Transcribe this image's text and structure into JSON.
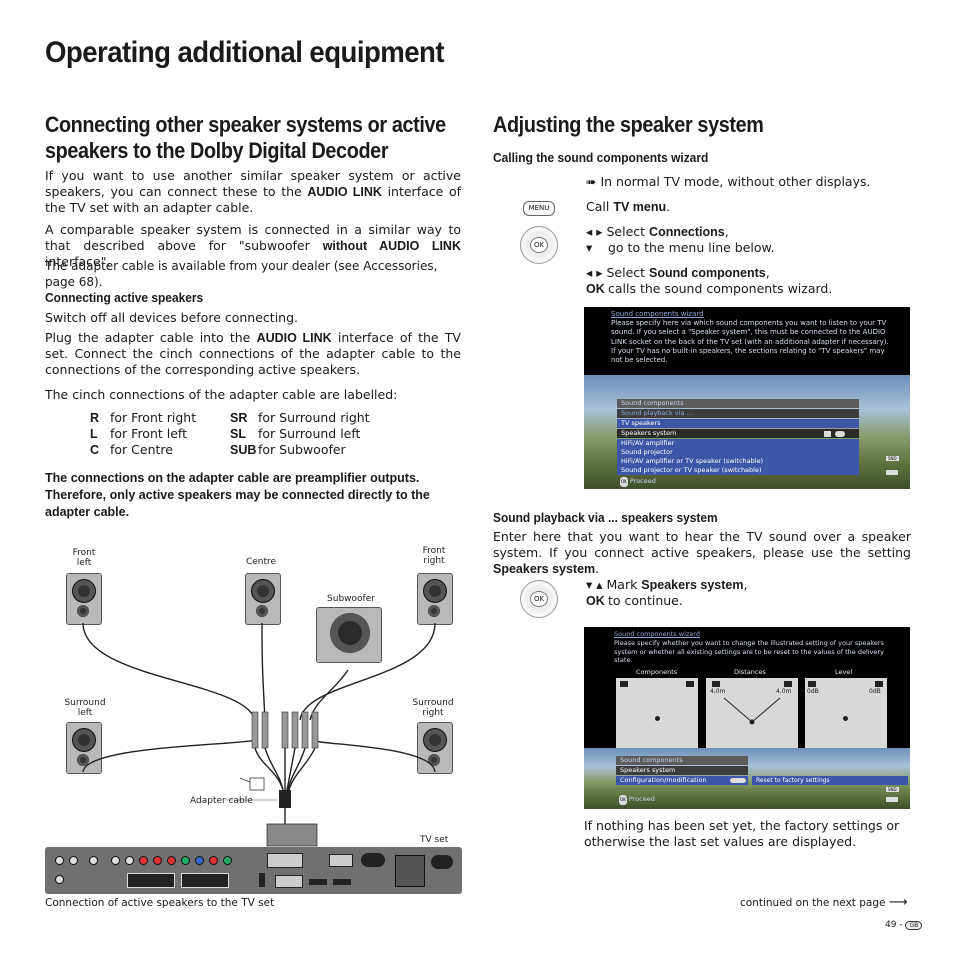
{
  "page": {
    "title": "Operating additional equipment",
    "page_number": "49 -",
    "country_badge": "GB",
    "continued": "continued on the next page"
  },
  "left": {
    "heading": "Connecting other speaker systems or active speakers to the Dolby Digital Decoder",
    "para1_a": "If you want to use another similar speaker system or active speakers, you can connect these to the ",
    "para1_b": "AUDIO LINK",
    "para1_c": " interface of the TV set with an adapter cable.",
    "para2_a": "A comparable speaker system is connected in a similar way to that described above for \"subwoofer ",
    "para2_b": "without AUDIO LINK",
    "para2_c": " interface\".",
    "para3": "The adapter cable is available from your dealer (see Accessories, page 68).",
    "subheading": "Connecting active speakers",
    "para4": "Switch off all devices before connecting.",
    "para5_a": "Plug the adapter cable into the ",
    "para5_b": "AUDIO LINK",
    "para5_c": " interface of the TV set. Connect the cinch connections of the adapter cable to the connections of the corresponding active speakers.",
    "para6": "The cinch connections of the adapter cable are labelled:",
    "labels": [
      {
        "code": "R",
        "text": "for Front right",
        "code2": "SR",
        "text2": "for Surround right"
      },
      {
        "code": "L",
        "text": "for Front left",
        "code2": "SL",
        "text2": "for Surround left"
      },
      {
        "code": "C",
        "text": "for Centre",
        "code2": "SUB",
        "text2": "for Subwoofer"
      }
    ],
    "warning": "The connections on the adapter cable are preamplifier outputs. Therefore, only active speakers may be connected directly to the adapter cable.",
    "diagram": {
      "front_left": "Front left",
      "centre": "Centre",
      "front_right": "Front right",
      "subwoofer": "Subwoofer",
      "surround_left": "Surround left",
      "surround_right": "Surround right",
      "adapter_cable": "Adapter cable",
      "tv_set": "TV set",
      "caption": "Connection of active speakers to the TV set"
    }
  },
  "right": {
    "heading": "Adjusting the speaker system",
    "subheading1": "Calling the sound components wizard",
    "step1": "In normal TV mode, without other displays.",
    "menu_btn": "MENU",
    "ok_btn": "OK",
    "step2_a": "Call ",
    "step2_b": "TV menu",
    "step2_c": ".",
    "step3_a": "Select ",
    "step3_b": "Connections",
    "step3_c": ",",
    "step3_d": "go to the menu line below.",
    "step4_a": "Select ",
    "step4_b": "Sound components",
    "step4_c": ",",
    "step4_ok": "OK",
    "step4_d": "calls the sound components wizard.",
    "screen1": {
      "title": "Sound components wizard",
      "text": "Please specify here via which sound components you want to listen to your TV sound. If you select a \"Speaker system\", this must be connected to the AUDIO LINK socket on the back of the TV set (with an additional adapter if necessary). If your TV has no built-in speakers, the sections relating to \"TV speakers\" may not be selected.",
      "menu": [
        "Sound components",
        "Sound playback via ...",
        "TV speakers",
        "Speakers system",
        "HiFi/AV amplifier",
        "Sound projector",
        "HiFi/AV amplifier or TV speaker (switchable)",
        "Sound projector or TV speaker (switchable)"
      ],
      "proceed": "Proceed",
      "ok": "OK",
      "snd": "SND"
    },
    "subheading2": "Sound playback via ... speakers system",
    "para_a": "Enter here that you want to hear the TV sound over a speaker system. If you connect active speakers, please use the setting ",
    "para_b": "Speakers system",
    "para_c": ".",
    "step5_a": "Mark ",
    "step5_b": "Speakers system",
    "step5_c": ",",
    "step5_ok": "OK",
    "step5_d": "to continue.",
    "screen2": {
      "title": "Sound components wizard",
      "text": "Please specify whether you want to change the illustrated setting of your speakers system or whether all existing settings are to be reset to the values of the delivery state.",
      "col1": "Components",
      "col2": "Distances",
      "col3": "Level",
      "dist_l": "4,0m",
      "dist_r": "4,0m",
      "lvl_l": "0dB",
      "lvl_r": "0dB",
      "menu": [
        "Sound components",
        "Speakers system",
        "Configuration/modification"
      ],
      "reset": "Reset to factory settings",
      "proceed": "Proceed",
      "ok": "OK",
      "snd": "SND"
    },
    "final": "If nothing has been set yet, the factory settings or otherwise the last set values are displayed."
  }
}
